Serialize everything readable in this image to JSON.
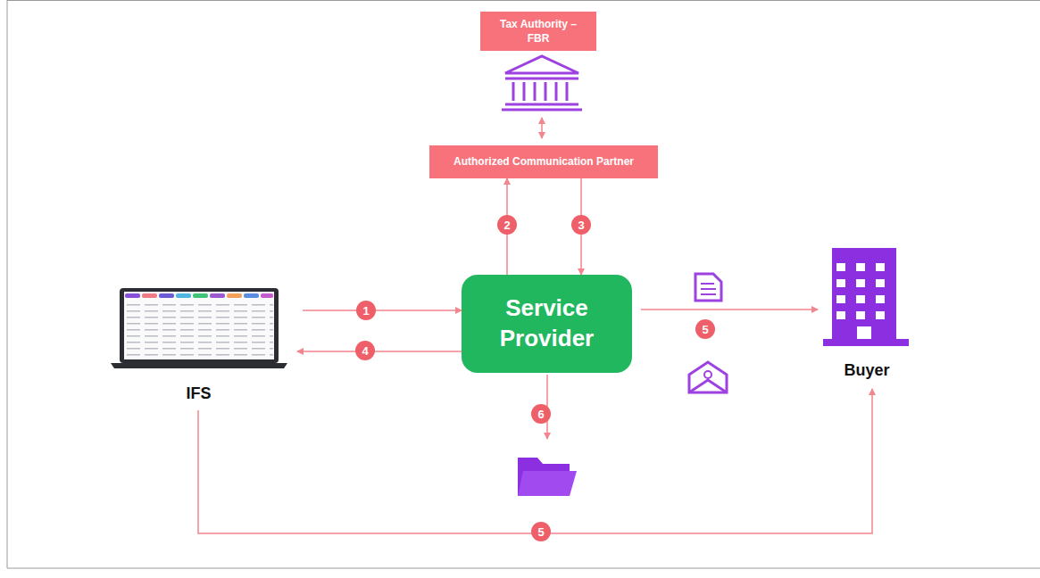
{
  "diagram": {
    "nodes": [
      {
        "text": [
          "Tax Authority – FBR"
        ]
      },
      {
        "text": [
          "Authorized Communication Partner"
        ]
      },
      {
        "text": [
          "Service Provider"
        ]
      },
      {
        "text": [
          "IFS"
        ]
      },
      {
        "text": [
          "Buyer"
        ]
      }
    ],
    "edges": [
      {
        "from": 0,
        "to": 1,
        "arrow": "both"
      },
      {
        "from": 2,
        "to": 1,
        "label": "2",
        "arrow": "to"
      },
      {
        "from": 1,
        "to": 2,
        "label": "3",
        "arrow": "to"
      },
      {
        "from": 3,
        "to": 2,
        "label": "1",
        "arrow": "to"
      },
      {
        "from": 2,
        "to": 3,
        "label": "4",
        "arrow": "to"
      },
      {
        "from": 2,
        "to": 4,
        "label": "5",
        "arrow": "to"
      },
      {
        "from": 3,
        "to": 4,
        "label": "5",
        "arrow": "to"
      }
    ],
    "labels": [
      "6"
    ]
  }
}
